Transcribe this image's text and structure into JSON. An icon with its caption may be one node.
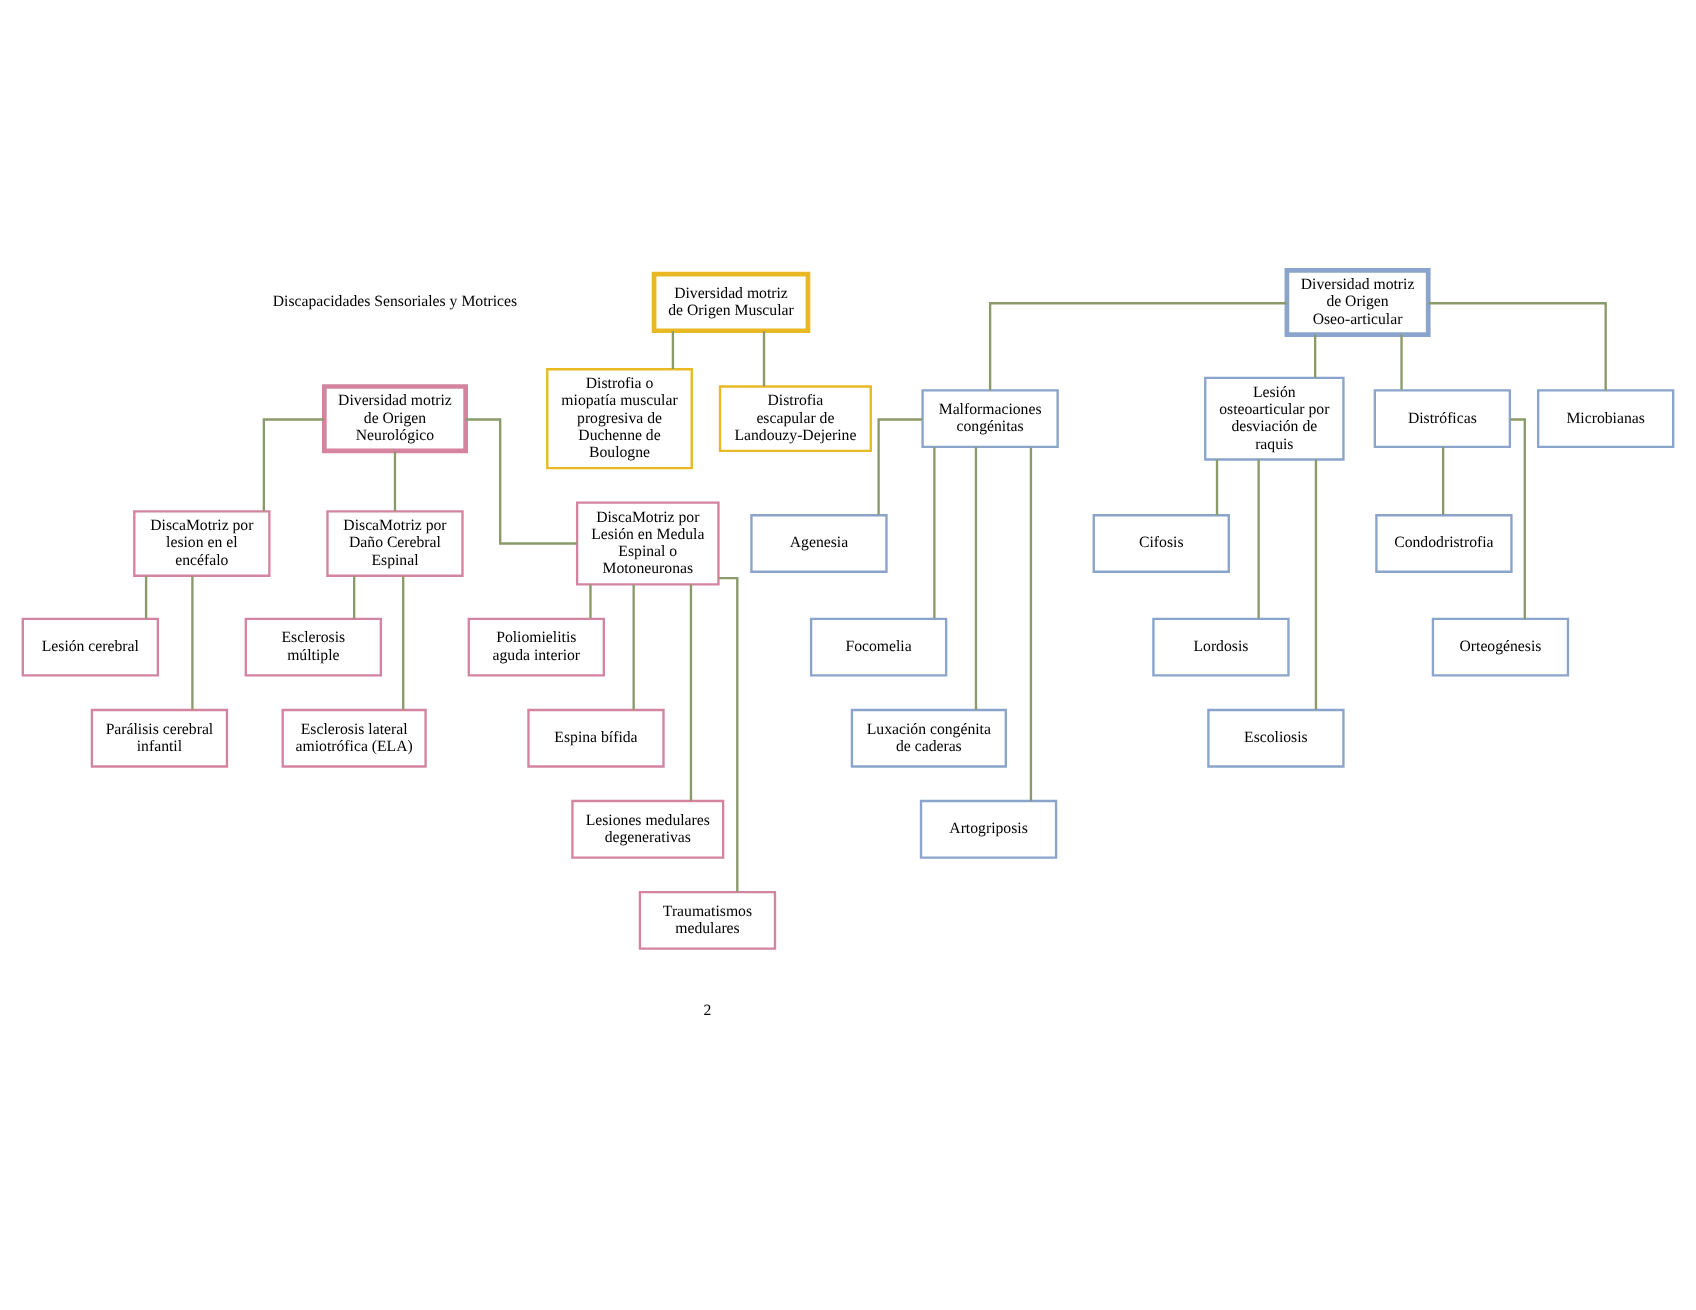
{
  "diagram": {
    "nodes": [
      {
        "text": [
          "Diversidad motriz de Origen Neurológico"
        ]
      },
      {
        "text": [
          "DiscaMotriz por lesion en el encéfalo"
        ]
      },
      {
        "text": [
          "Lesión cerebral"
        ]
      },
      {
        "text": [
          "Parálisis cerebral infantil"
        ]
      },
      {
        "text": [
          "DiscaMotriz por Daño Cerebral Espinal"
        ]
      },
      {
        "text": [
          "Esclerosis múltiple"
        ]
      },
      {
        "text": [
          "Esclerosis lateral amiotrófica (ELA)"
        ]
      },
      {
        "text": [
          "DiscaMotriz por Lesión en Medula Espinal o Motoneuronas"
        ]
      },
      {
        "text": [
          "Poliomielitis aguda interior"
        ]
      },
      {
        "text": [
          "Espina bífida"
        ]
      },
      {
        "text": [
          "Lesiones medulares degenerativas"
        ]
      },
      {
        "text": [
          "Traumatismos medulares"
        ]
      },
      {
        "text": [
          "Diversidad motriz de Origen Muscular"
        ]
      },
      {
        "text": [
          "Distrofia o miopatía muscular progresiva de Duchenne de Boulogne"
        ]
      },
      {
        "text": [
          "Distrofia escapular de Landouzy-Dejerine"
        ]
      },
      {
        "text": [
          "Diversidad motriz de Origen Oseo-articular"
        ]
      },
      {
        "text": [
          "Malformaciones congénitas"
        ]
      },
      {
        "text": [
          "Agenesia"
        ]
      },
      {
        "text": [
          "Focomelia"
        ]
      },
      {
        "text": [
          "Luxación congénita de caderas"
        ]
      },
      {
        "text": [
          "Artogriposis"
        ]
      },
      {
        "text": [
          "Lesión osteoarticular por desviación de raquis"
        ]
      },
      {
        "text": [
          "Cifosis"
        ]
      },
      {
        "text": [
          "Lordosis"
        ]
      },
      {
        "text": [
          "Escoliosis"
        ]
      },
      {
        "text": [
          "Distróficas"
        ]
      },
      {
        "text": [
          "Condodristrofia"
        ]
      },
      {
        "text": [
          "Orteogénesis"
        ]
      },
      {
        "text": [
          "Microbianas"
        ]
      }
    ],
    "edges": [
      {
        "from": 0,
        "to": 1,
        "arrow": "none"
      },
      {
        "from": 0,
        "to": 4,
        "arrow": "none"
      },
      {
        "from": 0,
        "to": 7,
        "arrow": "none"
      },
      {
        "from": 1,
        "to": 2,
        "arrow": "none"
      },
      {
        "from": 1,
        "to": 3,
        "arrow": "none"
      },
      {
        "from": 4,
        "to": 5,
        "arrow": "none"
      },
      {
        "from": 4,
        "to": 6,
        "arrow": "none"
      },
      {
        "from": 7,
        "to": 8,
        "arrow": "none"
      },
      {
        "from": 7,
        "to": 9,
        "arrow": "none"
      },
      {
        "from": 7,
        "to": 10,
        "arrow": "none"
      },
      {
        "from": 7,
        "to": 11,
        "arrow": "none"
      },
      {
        "from": 12,
        "to": 13,
        "arrow": "none"
      },
      {
        "from": 12,
        "to": 14,
        "arrow": "none"
      },
      {
        "from": 15,
        "to": 16,
        "arrow": "none"
      },
      {
        "from": 15,
        "to": 21,
        "arrow": "none"
      },
      {
        "from": 15,
        "to": 25,
        "arrow": "none"
      },
      {
        "from": 15,
        "to": 28,
        "arrow": "none"
      },
      {
        "from": 16,
        "to": 17,
        "arrow": "none"
      },
      {
        "from": 16,
        "to": 18,
        "arrow": "none"
      },
      {
        "from": 16,
        "to": 19,
        "arrow": "none"
      },
      {
        "from": 16,
        "to": 20,
        "arrow": "none"
      },
      {
        "from": 21,
        "to": 22,
        "arrow": "none"
      },
      {
        "from": 21,
        "to": 23,
        "arrow": "none"
      },
      {
        "from": 21,
        "to": 24,
        "arrow": "none"
      },
      {
        "from": 25,
        "to": 26,
        "arrow": "none"
      },
      {
        "from": 25,
        "to": 27,
        "arrow": "none"
      }
    ],
    "labels": [
      "Discapacidades Sensoriales y Motrices",
      "2"
    ]
  }
}
